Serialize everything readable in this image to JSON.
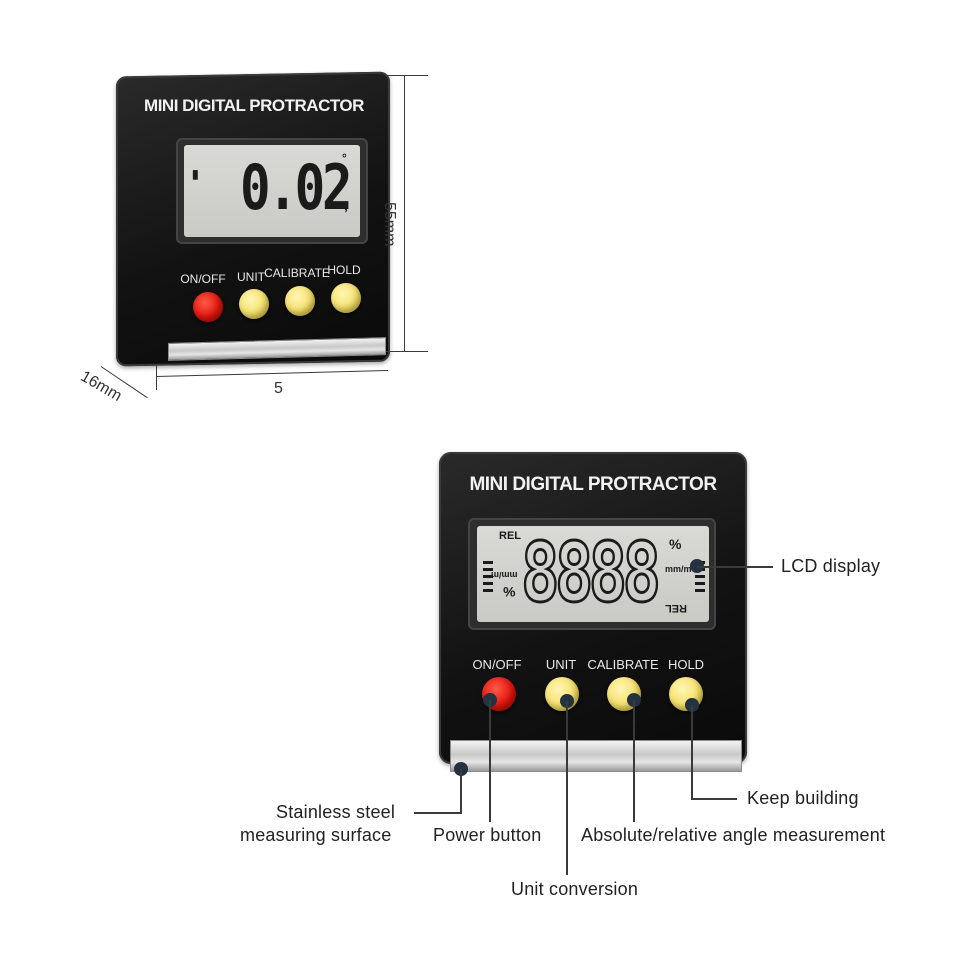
{
  "device": {
    "title": "MINI DIGITAL PROTRACTOR",
    "buttons": [
      {
        "label": "ON/OFF",
        "color": "#e0160d"
      },
      {
        "label": "UNIT",
        "color": "#f5e06a"
      },
      {
        "label": "CALIBRATE",
        "color": "#f5e06a"
      },
      {
        "label": "HOLD",
        "color": "#f5e06a"
      }
    ]
  },
  "top_view": {
    "lcd_reading": "0.02",
    "degree_symbol": "°",
    "dimensions": {
      "height": "55mm",
      "depth": "16mm",
      "width": "5"
    }
  },
  "bottom_view": {
    "lcd_digits": "8888",
    "lcd_indicators": {
      "rel_top": "REL",
      "rel_bottom": "REL",
      "unit_left": "mm/m",
      "unit_right": "mm/m",
      "percent": "%"
    },
    "callouts": {
      "lcd_display": "LCD display",
      "keep_building": "Keep building",
      "stainless_line1": "Stainless steel",
      "stainless_line2": "measuring surface",
      "power_button": "Power button",
      "absolute_relative": "Absolute/relative angle measurement",
      "unit_conversion": "Unit conversion"
    }
  }
}
